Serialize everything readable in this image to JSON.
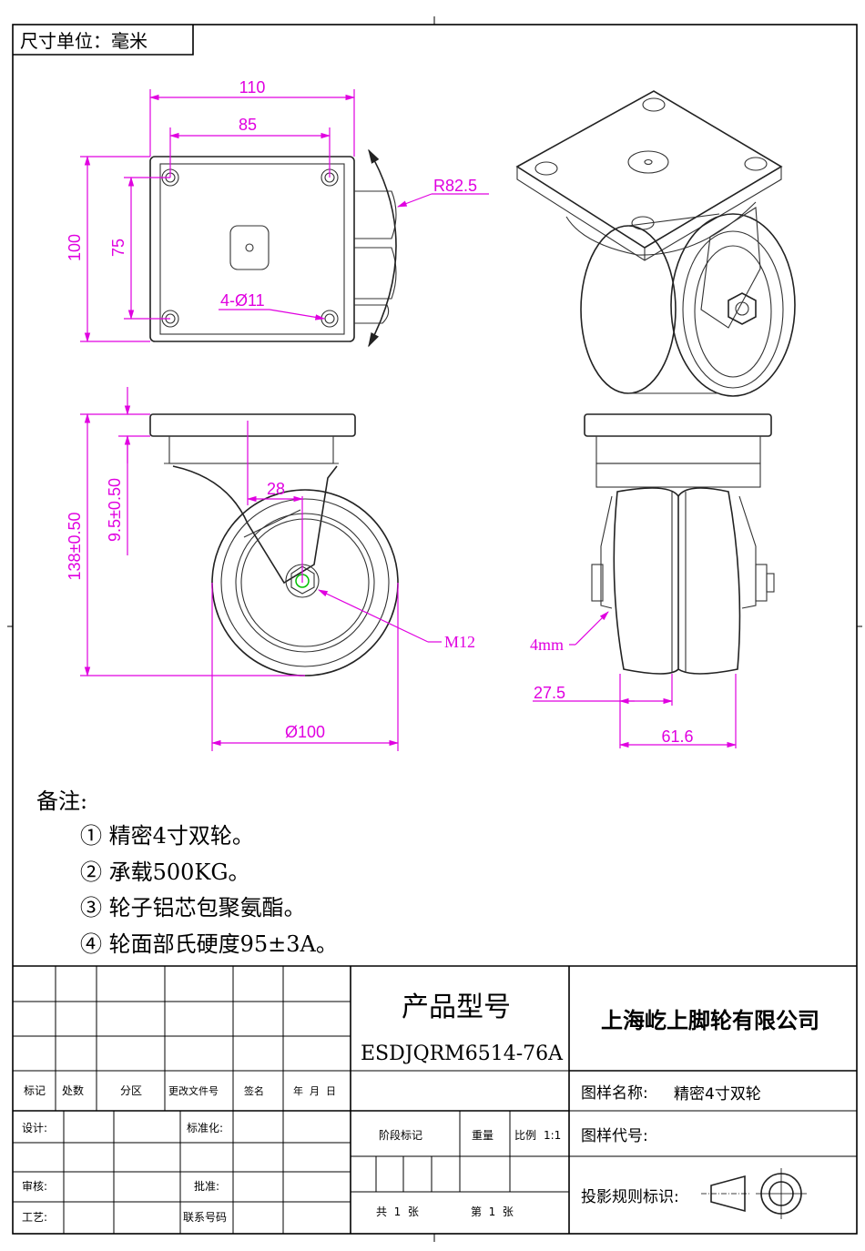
{
  "unit_label": "尺寸单位：毫米",
  "dimensions": {
    "top_width": "110",
    "hole_spacing_x": "85",
    "top_height": "100",
    "hole_spacing_y": "75",
    "swivel_radius": "R82.5",
    "holes": "4-Ø11",
    "total_height": "138±0.50",
    "plate_thickness": "9.5±0.50",
    "offset": "28",
    "axle": "M12",
    "wheel_diameter": "Ø100",
    "washer": "4mm",
    "single_width": "27.5",
    "overall_width": "61.6"
  },
  "notes": {
    "title": "备注:",
    "items": [
      "① 精密4寸双轮。",
      "② 承载500KG。",
      "③ 轮子铝芯包聚氨酯。",
      "④ 轮面部氏硬度95±3A。"
    ]
  },
  "title_block": {
    "product_model_label": "产品型号",
    "product_model": "ESDJQRM6514-76A",
    "company": "上海屹上脚轮有限公司",
    "drawing_name_label": "图样名称:",
    "drawing_name": "精密4寸双轮",
    "drawing_code_label": "图样代号:",
    "projection_label": "投影规则标识:",
    "rev_headers": [
      "标记",
      "处数",
      "分区",
      "更改文件号",
      "签名",
      "年  月  日"
    ],
    "design": "设计:",
    "standard": "标准化:",
    "review": "审核:",
    "approve": "批准:",
    "process": "工艺:",
    "contact": "联系号码",
    "stage_mark": "阶段标记",
    "weight": "重量",
    "scale_label": "比例",
    "scale_value": "1:1",
    "sheets_total": "共  1  张",
    "sheet_no": "第  1  张"
  }
}
